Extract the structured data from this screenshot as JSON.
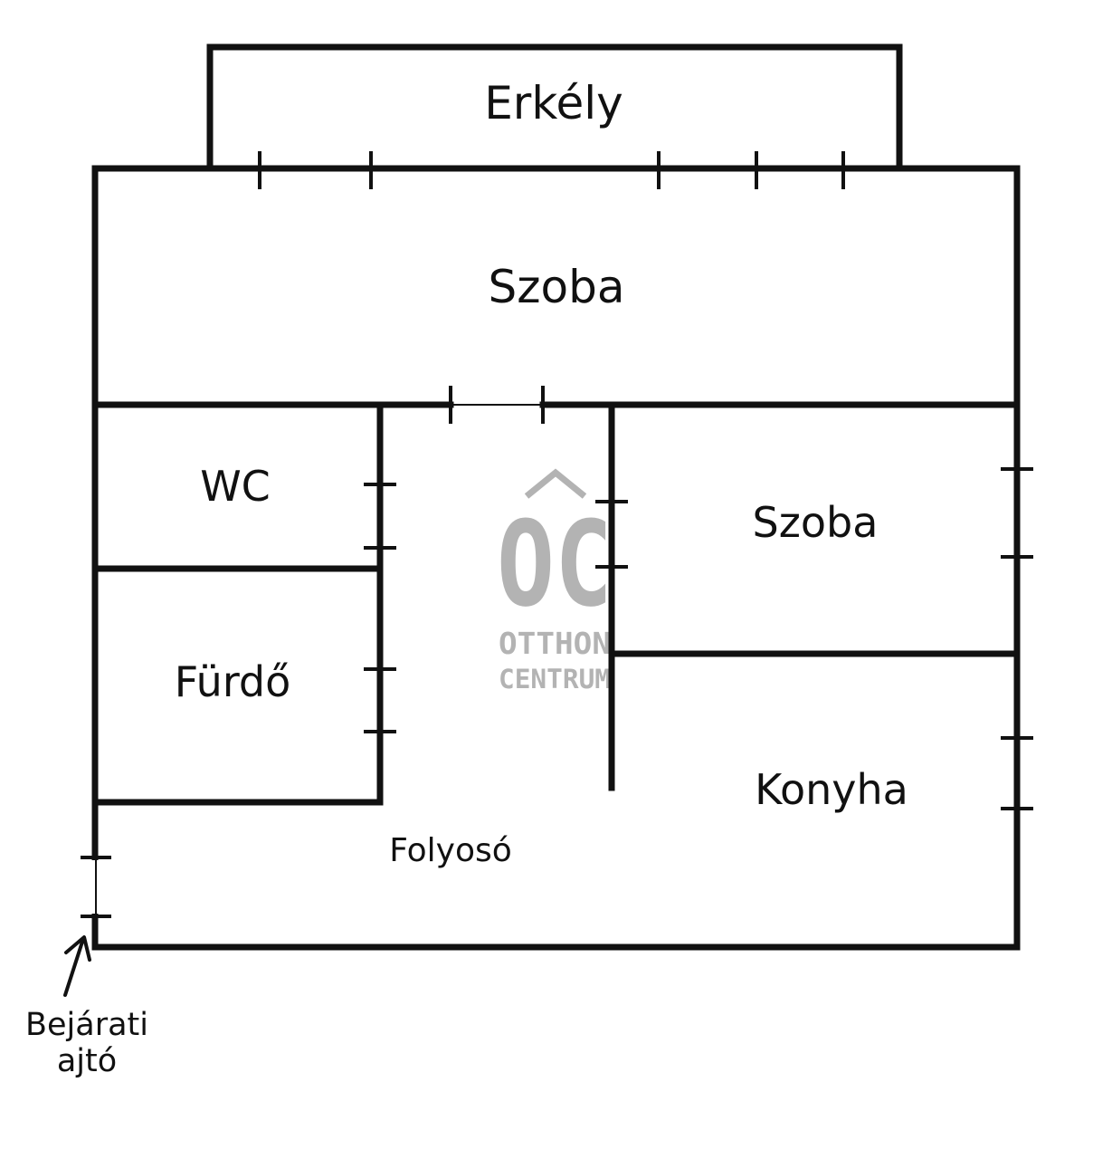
{
  "rooms": {
    "balcony": "Erkély",
    "room_top": "Szoba",
    "wc": "WC",
    "room_right": "Szoba",
    "bathroom": "Fürdő",
    "kitchen": "Konyha",
    "hallway": "Folyosó"
  },
  "entrance": {
    "line1": "Bejárati",
    "line2": "ajtó"
  },
  "watermark": {
    "logo": "OC",
    "line1": "OTTHON",
    "line2": "CENTRUM"
  },
  "colors": {
    "wall": "#111111",
    "watermark": "#b3b3b3"
  }
}
